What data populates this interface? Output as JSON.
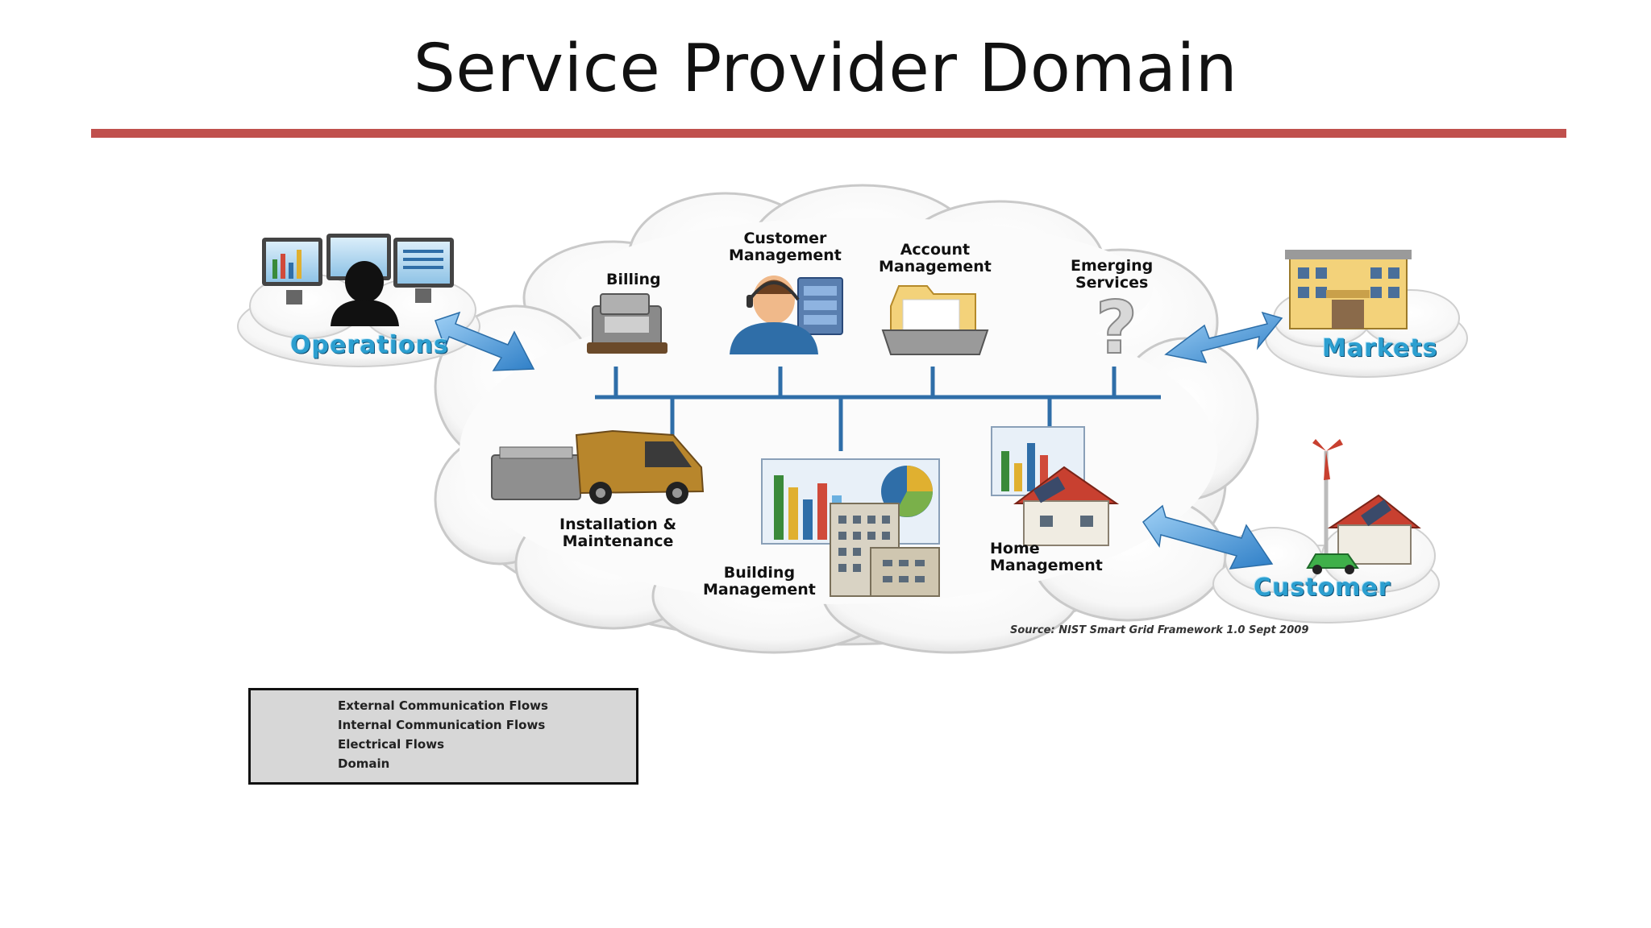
{
  "title": "Service Provider Domain",
  "domains": {
    "operations": "Operations",
    "markets": "Markets",
    "customer": "Customer"
  },
  "nodes": {
    "billing": "Billing",
    "customer_management": [
      "Customer",
      "Management"
    ],
    "account_management": [
      "Account",
      "Management"
    ],
    "emerging_services": [
      "Emerging",
      "Services"
    ],
    "installation_maintenance": [
      "Installation &",
      "Maintenance"
    ],
    "building_management": [
      "Building",
      "Management"
    ],
    "home_management": [
      "Home",
      "Management"
    ]
  },
  "source": "Source: NIST Smart Grid Framework 1.0 Sept 2009",
  "legend": [
    {
      "key": "external",
      "label": "External Communication Flows"
    },
    {
      "key": "internal",
      "label": "Internal Communication Flows"
    },
    {
      "key": "electrical",
      "label": "Electrical Flows"
    },
    {
      "key": "domain",
      "label": "Domain"
    }
  ],
  "colors": {
    "rule": "#c0504d",
    "domain_text": "#2c9fd0",
    "internal_bus": "#2f6ea8",
    "external_arrow": "#4a9be0",
    "electrical": "#d6b43a"
  },
  "icons": [
    "operations-monitors-icon",
    "billing-register-icon",
    "headset-agent-icon",
    "folder-icon",
    "question-mark-icon",
    "market-building-icon",
    "toolbox-van-icon",
    "charts-building-icon",
    "home-chart-icon",
    "wind-turbine-house-icon"
  ]
}
